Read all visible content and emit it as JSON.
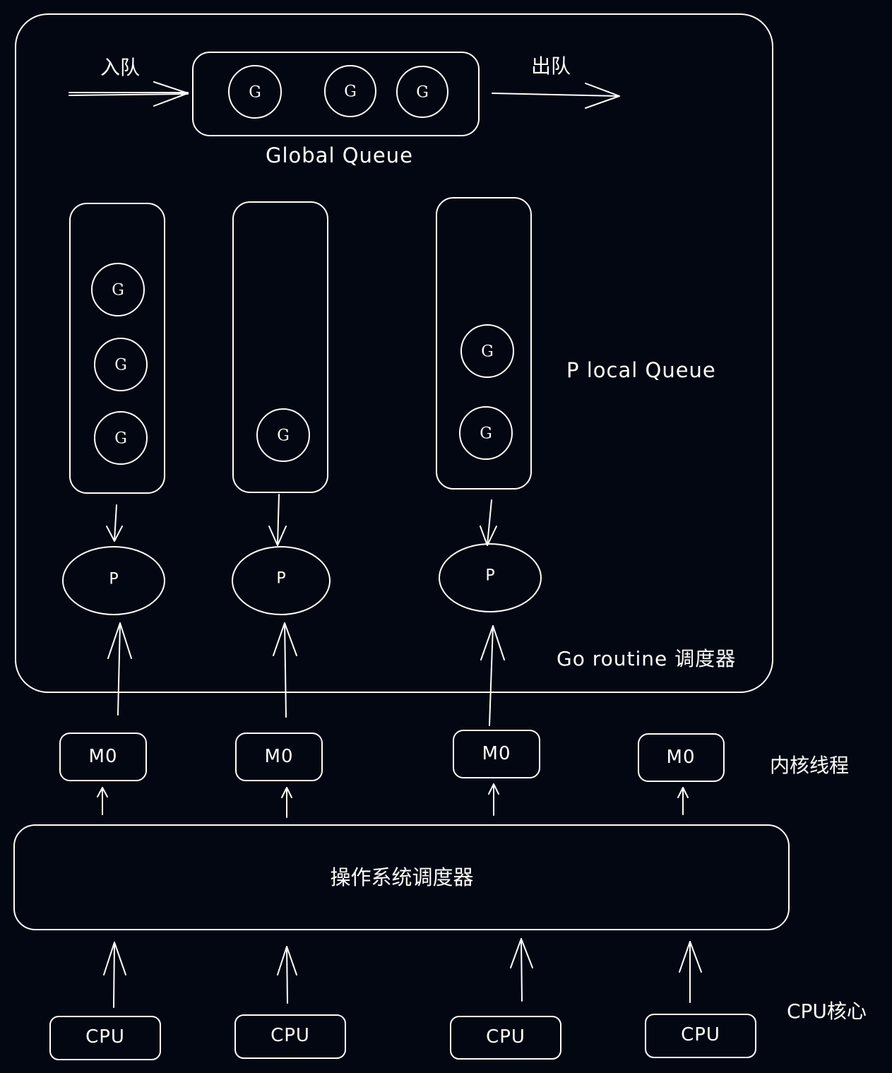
{
  "colors": {
    "background": "#030712",
    "stroke": "#ffffff"
  },
  "global": {
    "enqueue_label": "入队",
    "dequeue_label": "出队",
    "queue_label": "Global Queue",
    "goroutine_glyph": "G"
  },
  "local": {
    "queue_label": "P local Queue",
    "processor_glyph": "P"
  },
  "scheduler_label": "Go routine 调度器",
  "threads": {
    "label": "内核线程",
    "items": [
      "M0",
      "M0",
      "M0",
      "M0"
    ]
  },
  "os_scheduler_label": "操作系统调度器",
  "cpus": {
    "label": "CPU核心",
    "items": [
      "CPU",
      "CPU",
      "CPU",
      "CPU"
    ]
  }
}
